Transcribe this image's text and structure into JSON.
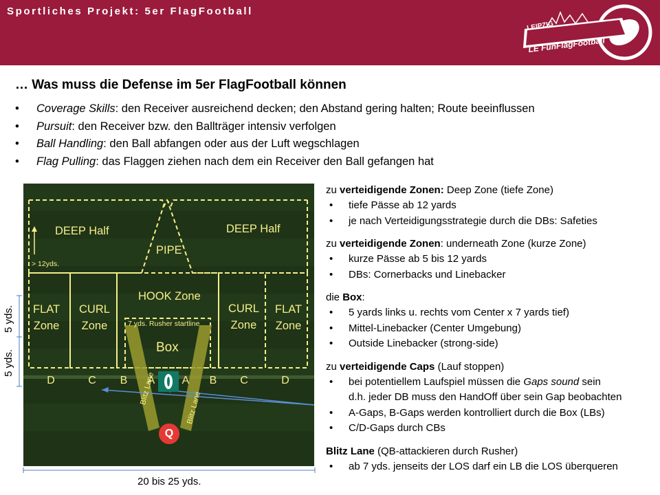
{
  "header": {
    "title": "Sportliches Projekt: 5er FlagFootball",
    "logo_top": "LEIPZIG",
    "logo_bottom": "LE FunFlagFootball"
  },
  "colors": {
    "header_bg": "#9a1b3c",
    "field_bg": "#1f3317",
    "field_text": "#f5ef8a",
    "zone_lines": "#f5ef8a",
    "ball_badge": "#117a65",
    "qb_circle": "#e53935",
    "arrow": "#5b8fd6"
  },
  "heading": "… Was muss die Defense im 5er FlagFootball können",
  "skills": [
    {
      "term": "Coverage Skills",
      "text": ": den Receiver ausreichend decken; den Abstand gering halten; Route beeinflussen"
    },
    {
      "term": "Pursuit",
      "text": ": den Receiver bzw. den Ballträger intensiv verfolgen"
    },
    {
      "term": "Ball Handling",
      "text": ": den Ball abfangen oder aus der Luft wegschlagen"
    },
    {
      "term": "Flag Pulling",
      "text": ": das Flaggen ziehen nach dem ein Receiver den Ball gefangen hat"
    }
  ],
  "field": {
    "deep_left": "DEEP Half",
    "deep_right": "DEEP Half",
    "deep_note": "> 12yds.",
    "pipe": "PIPE",
    "hook": "HOOK Zone",
    "flat_left": [
      "FLAT",
      "Zone"
    ],
    "curl_left": [
      "CURL",
      "Zone"
    ],
    "curl_right": [
      "CURL",
      "Zone"
    ],
    "flat_right": [
      "FLAT",
      "Zone"
    ],
    "rusher_startline": "7 yds. Rusher startline",
    "box": "Box",
    "gaps": [
      "D",
      "C",
      "B",
      "A",
      "A",
      "B",
      "C",
      "D"
    ],
    "blitz_lane_left": "Blitz Lane",
    "blitz_lane_right": "Blitz Lane",
    "qb": "Q",
    "ball_icon": "football-icon"
  },
  "dimensions": {
    "upper": "5 yds.",
    "lower": "5 yds.",
    "width": "20 bis 25 yds."
  },
  "right": {
    "deep": {
      "prefix": "zu ",
      "bold": "verteidigende Zonen:",
      "rest": " Deep Zone (tiefe Zone)",
      "items": [
        "tiefe Pässe ab 12 yards",
        "je nach Verteidigungsstrategie durch die DBs: Safeties"
      ]
    },
    "underneath": {
      "prefix": "zu ",
      "bold": "verteidigende Zonen",
      "rest": ": underneath Zone (kurze Zone)",
      "items": [
        "kurze Pässe ab 5 bis 12 yards",
        "DBs: Cornerbacks und Linebacker"
      ]
    },
    "box": {
      "prefix": "die ",
      "bold": "Box",
      "rest": ":",
      "items": [
        "5 yards links u. rechts vom Center x 7 yards tief)",
        "Mittel-Linebacker (Center Umgebung)",
        "Outside Linebacker (strong-side)"
      ]
    },
    "caps": {
      "prefix": "zu ",
      "bold": "verteidigende Caps",
      "rest": " (Lauf stoppen)",
      "item1_a": "bei potentiellem Laufspiel müssen die ",
      "item1_em": "Gaps sound",
      "item1_b": " sein",
      "item1_cont": "d.h. jeder DB muss den HandOff über sein Gap beobachten",
      "items": [
        "A-Gaps, B-Gaps werden kontrolliert durch die Box (LBs)",
        "C/D-Gaps durch CBs"
      ]
    },
    "blitz": {
      "bold": "Blitz Lane",
      "rest": " (QB-attackieren durch Rusher)",
      "items": [
        "ab 7 yds. jenseits der LOS darf ein LB die LOS überqueren"
      ]
    }
  }
}
